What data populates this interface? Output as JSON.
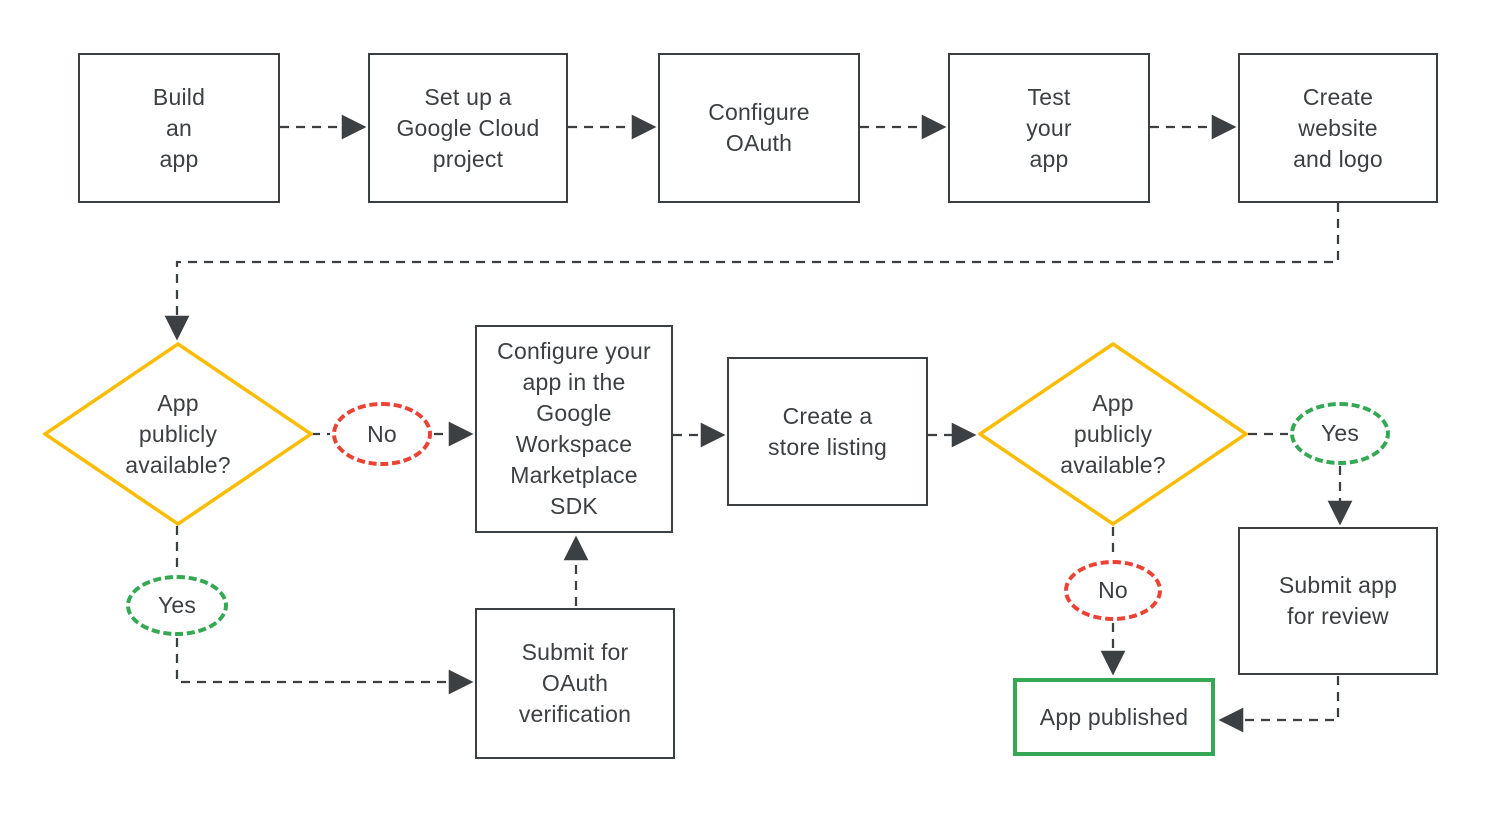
{
  "colors": {
    "ink": "#3c4043",
    "yellow": "#fbbc04",
    "red": "#ea4335",
    "green": "#34a853",
    "bg": "#ffffff"
  },
  "nodes": {
    "build_app": {
      "label": "Build\nan\napp"
    },
    "setup_project": {
      "label": "Set up a\nGoogle Cloud\nproject"
    },
    "configure_oauth": {
      "label": "Configure\nOAuth"
    },
    "test_app": {
      "label": "Test\nyour\napp"
    },
    "create_website": {
      "label": "Create\nwebsite\nand logo"
    },
    "decision_public_1": {
      "label": "App\npublicly\navailable?"
    },
    "no_1": {
      "label": "No"
    },
    "yes_1": {
      "label": "Yes"
    },
    "configure_sdk": {
      "label": "Configure your\napp in the\nGoogle\nWorkspace\nMarketplace\nSDK"
    },
    "submit_oauth_verification": {
      "label": "Submit for\nOAuth\nverification"
    },
    "create_store_listing": {
      "label": "Create a\nstore listing"
    },
    "decision_public_2": {
      "label": "App\npublicly\navailable?"
    },
    "yes_2": {
      "label": "Yes"
    },
    "no_2": {
      "label": "No"
    },
    "submit_app_review": {
      "label": "Submit app\nfor review"
    },
    "app_published": {
      "label": "App published"
    }
  }
}
